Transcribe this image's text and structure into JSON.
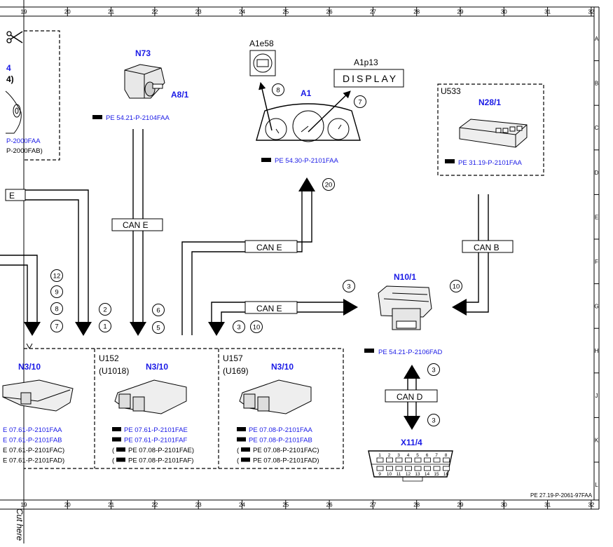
{
  "columns": [
    "19",
    "20",
    "21",
    "22",
    "23",
    "24",
    "25",
    "26",
    "27",
    "28",
    "29",
    "30",
    "31",
    "32"
  ],
  "rows": [
    "A",
    "B",
    "C",
    "D",
    "E",
    "F",
    "G",
    "H",
    "J",
    "K",
    "L"
  ],
  "footer_code": "PE 27.19-P-2061-97FAA",
  "cut_here": "Cut here",
  "components": {
    "left_partial": {
      "title": "4",
      "sub": "4)",
      "ref1": "P-2000FAA",
      "ref2": "P-2000FAB)"
    },
    "n73": {
      "title": "N73",
      "sub": "A8/1",
      "ref": "PE 54.21-P-2104FAA"
    },
    "a1e58": {
      "title": "A1e58"
    },
    "a1p13": {
      "title": "A1p13",
      "display": "DISPLAY"
    },
    "a1": {
      "title": "A1",
      "ref": "PE 54.30-P-2101FAA"
    },
    "u533": {
      "code": "U533",
      "title": "N28/1",
      "ref": "PE 31.19-P-2101FAA"
    },
    "n10_1": {
      "title": "N10/1",
      "ref": "PE 54.21-P-2106FAD"
    },
    "x11_4": {
      "title": "X11/4",
      "pins_top": [
        "1",
        "2",
        "3",
        "4",
        "5",
        "6",
        "7",
        "8"
      ],
      "pins_bottom": [
        "9",
        "10",
        "11",
        "12",
        "13",
        "14",
        "15",
        "16"
      ]
    }
  },
  "can_labels": {
    "left_e": "E",
    "n73_can": "CAN E",
    "a1_can": "CAN E",
    "n10_can": "CAN E",
    "u533_can": "CAN B",
    "diag_can": "CAN D"
  },
  "callouts": {
    "c12": "12",
    "c9": "9",
    "c8a": "8",
    "c7a": "7",
    "c2": "2",
    "c1": "1",
    "c6": "6",
    "c5": "5",
    "c3a": "3",
    "c10a": "10",
    "c8b": "8",
    "c7b": "7",
    "c20": "20",
    "c3b": "3",
    "c10b": "10",
    "c3c": "3",
    "c3d": "3"
  },
  "ecus": {
    "left": {
      "title": "N3/10",
      "refs": [
        "E 07.61-P-2101FAA",
        "E 07.61-P-2101FAB",
        "E 07.61-P-2101FAC)",
        "E 07.61-P-2101FAD)"
      ]
    },
    "u152": {
      "code1": "U152",
      "code2": "(U1018)",
      "title": "N3/10",
      "refs": [
        "PE 07.61-P-2101FAE",
        "PE 07.61-P-2101FAF",
        "PE 07.08-P-2101FAE)",
        "PE 07.08-P-2101FAF)"
      ]
    },
    "u157": {
      "code1": "U157",
      "code2": "(U169)",
      "title": "N3/10",
      "refs": [
        "PE 07.08-P-2101FAA",
        "PE 07.08-P-2101FAB",
        "PE 07.08-P-2101FAC)",
        "PE 07.08-P-2101FAD)"
      ]
    }
  },
  "colors": {
    "blue": "#1a1ae6",
    "line": "#000000"
  }
}
